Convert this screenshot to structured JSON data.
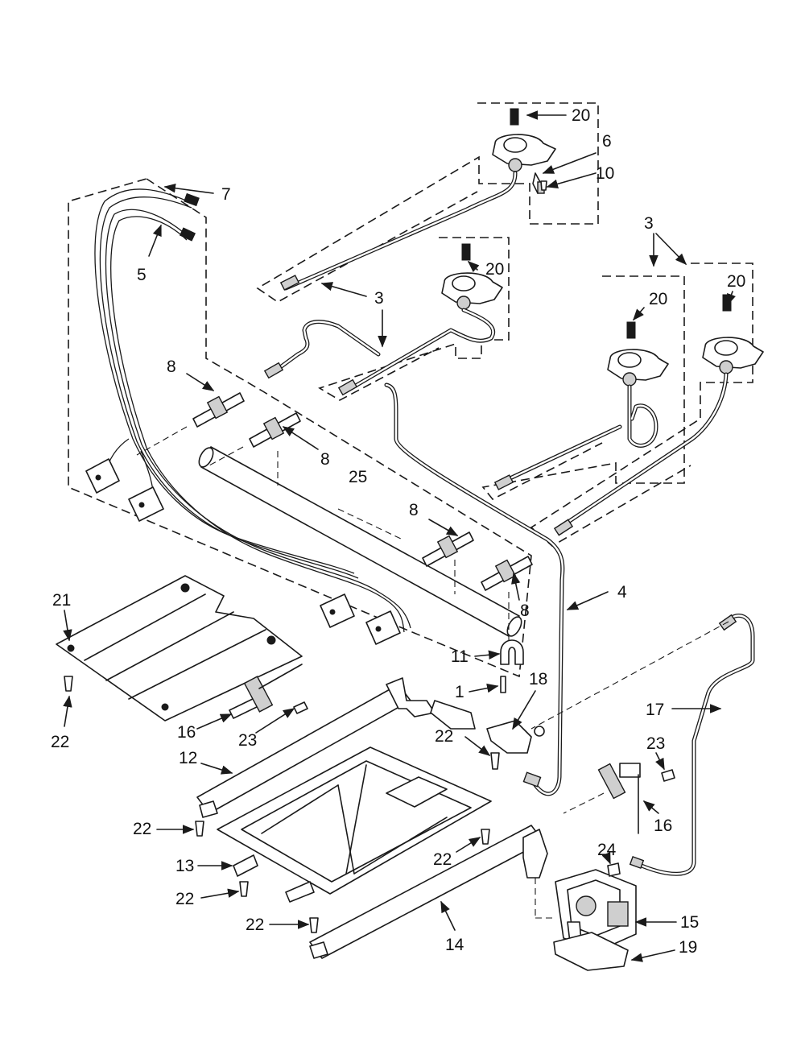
{
  "callouts": {
    "c20a": "20",
    "c6": "6",
    "c10": "10",
    "c7": "7",
    "c5": "5",
    "c3a": "3",
    "c3b": "3",
    "c20b": "20",
    "c20c": "20",
    "c20d": "20",
    "c8a": "8",
    "c8b": "8",
    "c8c": "8",
    "c8d": "8",
    "c25": "25",
    "c4": "4",
    "c21": "21",
    "c11": "11",
    "c1": "1",
    "c18": "18",
    "c22a": "22",
    "c22b": "22",
    "c22c": "22",
    "c22d": "22",
    "c22e": "22",
    "c22f": "22",
    "c16a": "16",
    "c16b": "16",
    "c23a": "23",
    "c23b": "23",
    "c12": "12",
    "c17": "17",
    "c24": "24",
    "c13": "13",
    "c14": "14",
    "c15": "15",
    "c19": "19"
  }
}
